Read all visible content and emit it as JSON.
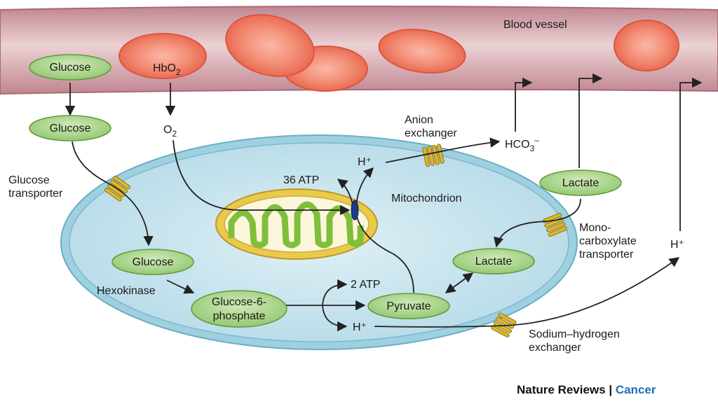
{
  "blood_vessel": {
    "label": "Blood vessel"
  },
  "nodes": {
    "glucose_blood": "Glucose",
    "glucose_extra": "Glucose",
    "glucose_intra": "Glucose",
    "glucose6p_line1": "Glucose-6-",
    "glucose6p_line2": "phosphate",
    "pyruvate": "Pyruvate",
    "lactate_intra": "Lactate",
    "lactate_extra": "Lactate"
  },
  "labels": {
    "hbo2_main": "HbO",
    "hbo2_sub": "2",
    "o2_main": "O",
    "o2_sub": "2",
    "glucose_transporter_line1": "Glucose",
    "glucose_transporter_line2": "transporter",
    "hexokinase": "Hexokinase",
    "atp_36": "36 ATP",
    "h_plus_top": "H⁺",
    "mitochondrion": "Mitochondrion",
    "anion_exchanger_line1": "Anion",
    "anion_exchanger_line2": "exchanger",
    "hco3_main": "HCO",
    "hco3_sub": "3",
    "hco3_sup": "–",
    "mct_line1": "Mono-",
    "mct_line2": "carboxylate",
    "mct_line3": "transporter",
    "h_plus_right": "H⁺",
    "atp_2": "2 ATP",
    "h_plus_bottom": "H⁺",
    "nhe_line1": "Sodium–hydrogen",
    "nhe_line2": "exchanger"
  },
  "footer": {
    "journal": "Nature Reviews",
    "separator": " | ",
    "section": "Cancer"
  },
  "colors": {
    "vessel": "#c98f98",
    "rbc_fill": "#f2806a",
    "node_fill": "#a8d48a",
    "cell_fill": "#c8e6ef",
    "membrane": "#8ec3d6",
    "mito_outer": "#e8c84a",
    "mito_inner": "#8cc63f",
    "transporter": "#e0b728",
    "footer_accent": "#1f6fb5"
  }
}
